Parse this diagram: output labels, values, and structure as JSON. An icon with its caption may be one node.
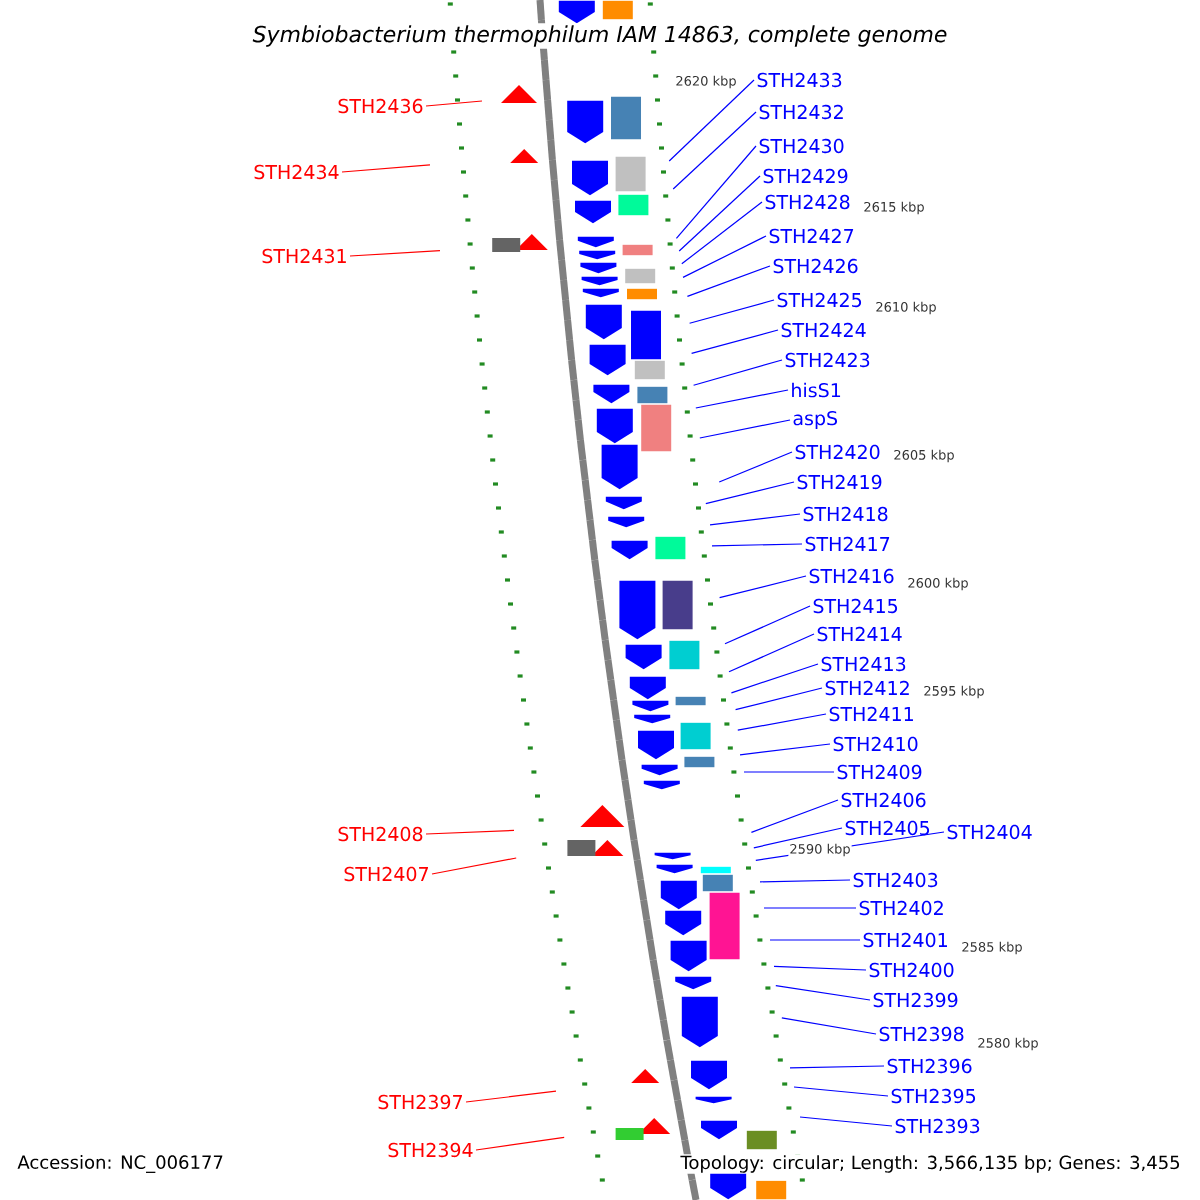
{
  "diagram": {
    "title": "Symbiobacterium thermophilum IAM 14863, complete genome",
    "nodes": [
      {
        "text": [
          "STH2433"
        ]
      },
      {
        "text": [
          "STH2436"
        ]
      },
      {
        "text": [
          "STH2432"
        ]
      },
      {
        "text": [
          "STH2430"
        ]
      },
      {
        "text": [
          "STH2434"
        ]
      },
      {
        "text": [
          "STH2429"
        ]
      },
      {
        "text": [
          "STH2428"
        ]
      },
      {
        "text": [
          "STH2427"
        ]
      },
      {
        "text": [
          "STH2431"
        ]
      },
      {
        "text": [
          "STH2426"
        ]
      },
      {
        "text": [
          "STH2425"
        ]
      },
      {
        "text": [
          "STH2424"
        ]
      },
      {
        "text": [
          "STH2423"
        ]
      },
      {
        "text": [
          "hisS1"
        ]
      },
      {
        "text": [
          "aspS"
        ]
      },
      {
        "text": [
          "STH2420"
        ]
      },
      {
        "text": [
          "STH2419"
        ]
      },
      {
        "text": [
          "STH2418"
        ]
      },
      {
        "text": [
          "STH2417"
        ]
      },
      {
        "text": [
          "STH2416"
        ]
      },
      {
        "text": [
          "STH2415"
        ]
      },
      {
        "text": [
          "STH2414"
        ]
      },
      {
        "text": [
          "STH2413"
        ]
      },
      {
        "text": [
          "STH2412"
        ]
      },
      {
        "text": [
          "STH2411"
        ]
      },
      {
        "text": [
          "STH2410"
        ]
      },
      {
        "text": [
          "STH2409"
        ]
      },
      {
        "text": [
          "STH2406"
        ]
      },
      {
        "text": [
          "STH2405"
        ]
      },
      {
        "text": [
          "STH2404"
        ]
      },
      {
        "text": [
          "STH2408"
        ]
      },
      {
        "text": [
          "STH2407"
        ]
      },
      {
        "text": [
          "STH2403"
        ]
      },
      {
        "text": [
          "STH2402"
        ]
      },
      {
        "text": [
          "STH2401"
        ]
      },
      {
        "text": [
          "STH2400"
        ]
      },
      {
        "text": [
          "STH2399"
        ]
      },
      {
        "text": [
          "STH2398"
        ]
      },
      {
        "text": [
          "STH2396"
        ]
      },
      {
        "text": [
          "STH2395"
        ]
      },
      {
        "text": [
          "STH2397"
        ]
      },
      {
        "text": [
          "STH2393"
        ]
      },
      {
        "text": [
          "STH2394"
        ]
      }
    ],
    "edges": [
      {
        "from": 0,
        "to": null,
        "arrow": "none"
      },
      {
        "from": 1,
        "to": null,
        "arrow": "none",
        "color": "#ff0000"
      },
      {
        "from": 2,
        "to": null,
        "arrow": "none"
      },
      {
        "from": 3,
        "to": null,
        "arrow": "none"
      },
      {
        "from": 4,
        "to": null,
        "arrow": "none",
        "color": "#ff0000"
      },
      {
        "from": 5,
        "to": null,
        "arrow": "none"
      },
      {
        "from": 6,
        "to": null,
        "arrow": "none"
      },
      {
        "from": 7,
        "to": null,
        "arrow": "none"
      },
      {
        "from": 8,
        "to": null,
        "arrow": "none",
        "color": "#ff0000"
      },
      {
        "from": 9,
        "to": null,
        "arrow": "none"
      },
      {
        "from": 10,
        "to": null,
        "arrow": "none"
      },
      {
        "from": 11,
        "to": null,
        "arrow": "none"
      },
      {
        "from": 12,
        "to": null,
        "arrow": "none"
      },
      {
        "from": 13,
        "to": null,
        "arrow": "none"
      },
      {
        "from": 14,
        "to": null,
        "arrow": "none"
      },
      {
        "from": 15,
        "to": null,
        "arrow": "none"
      },
      {
        "from": 16,
        "to": null,
        "arrow": "none"
      },
      {
        "from": 17,
        "to": null,
        "arrow": "none"
      },
      {
        "from": 18,
        "to": null,
        "arrow": "none"
      },
      {
        "from": 19,
        "to": null,
        "arrow": "none"
      },
      {
        "from": 20,
        "to": null,
        "arrow": "none"
      },
      {
        "from": 21,
        "to": null,
        "arrow": "none"
      },
      {
        "from": 22,
        "to": null,
        "arrow": "none"
      },
      {
        "from": 23,
        "to": null,
        "arrow": "none"
      },
      {
        "from": 24,
        "to": null,
        "arrow": "none"
      },
      {
        "from": 25,
        "to": null,
        "arrow": "none"
      },
      {
        "from": 26,
        "to": null,
        "arrow": "none"
      },
      {
        "from": 27,
        "to": null,
        "arrow": "none"
      },
      {
        "from": 28,
        "to": null,
        "arrow": "none"
      },
      {
        "from": 29,
        "to": null,
        "arrow": "none"
      },
      {
        "from": 30,
        "to": null,
        "arrow": "none",
        "color": "#ff0000"
      },
      {
        "from": 31,
        "to": null,
        "arrow": "none",
        "color": "#ff0000"
      },
      {
        "from": 32,
        "to": null,
        "arrow": "none"
      },
      {
        "from": 33,
        "to": null,
        "arrow": "none"
      },
      {
        "from": 34,
        "to": null,
        "arrow": "none"
      },
      {
        "from": 35,
        "to": null,
        "arrow": "none"
      },
      {
        "from": 36,
        "to": null,
        "arrow": "none"
      },
      {
        "from": 37,
        "to": null,
        "arrow": "none"
      },
      {
        "from": 38,
        "to": null,
        "arrow": "none"
      },
      {
        "from": 39,
        "to": null,
        "arrow": "none"
      },
      {
        "from": 40,
        "to": null,
        "arrow": "none",
        "color": "#ff0000"
      },
      {
        "from": 41,
        "to": null,
        "arrow": "none"
      },
      {
        "from": 42,
        "to": null,
        "arrow": "none",
        "color": "#ff0000"
      }
    ],
    "labels": [
      "2620 kbp",
      "2615 kbp",
      "2610 kbp",
      "2605 kbp",
      "2600 kbp",
      "2595 kbp",
      "2590 kbp",
      "2585 kbp",
      "2580 kbp",
      "Accession: NC_006177",
      "Topology: circular; Length: 3,566,135 bp; Genes: 3,455"
    ]
  }
}
